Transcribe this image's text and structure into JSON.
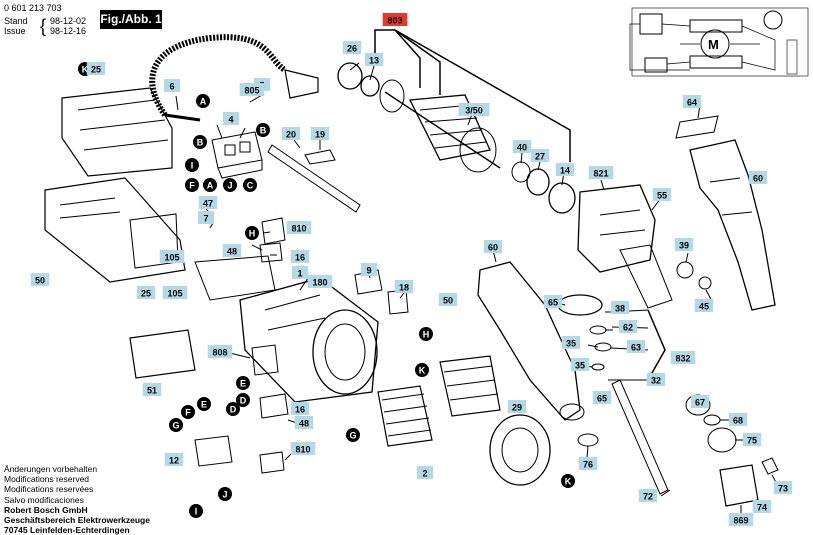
{
  "header": {
    "part_number": "0 601 213 703",
    "stand_label": "Stand",
    "stand_date": "98-12-02",
    "issue_label": "Issue",
    "issue_date": "98-12-16",
    "figure_label": "Fig./Abb. 1"
  },
  "footer": {
    "lines": [
      "Änderungen vorbehalten",
      "Modifications reserved",
      "Modifications reservées",
      "Salvo modificaciones"
    ],
    "company_lines": [
      "Robert Bosch GmbH",
      "Geschäftsbereich Elektrowerkzeuge",
      "70745 Leinfelden-Echterdingen"
    ]
  },
  "colors": {
    "part_label_fill": "#b3d9e6",
    "highlight_label_fill": "#e6392b",
    "connector_fill": "#000000",
    "line": "#000000"
  },
  "part_labels": [
    "803",
    "26",
    "13",
    "6",
    "K",
    "25",
    "5",
    "805",
    "A",
    "B",
    "4",
    "B",
    "20",
    "19",
    "3/50",
    "40",
    "27",
    "14",
    "821",
    "64",
    "60",
    "I",
    "F",
    "A",
    "J",
    "C",
    "47",
    "7",
    "810",
    "H",
    "16",
    "48",
    "39",
    "55",
    "105",
    "50",
    "25",
    "105",
    "1",
    "180",
    "9",
    "18",
    "60",
    "65",
    "45",
    "50",
    "38",
    "62",
    "35",
    "63",
    "832",
    "808",
    "H",
    "K",
    "51",
    "E",
    "D",
    "G",
    "F",
    "E",
    "16",
    "48",
    "810",
    "D",
    "G",
    "29",
    "2",
    "35",
    "32",
    "65",
    "67",
    "68",
    "75",
    "76",
    "12",
    "J",
    "I",
    "K",
    "74",
    "73",
    "72",
    "869"
  ]
}
